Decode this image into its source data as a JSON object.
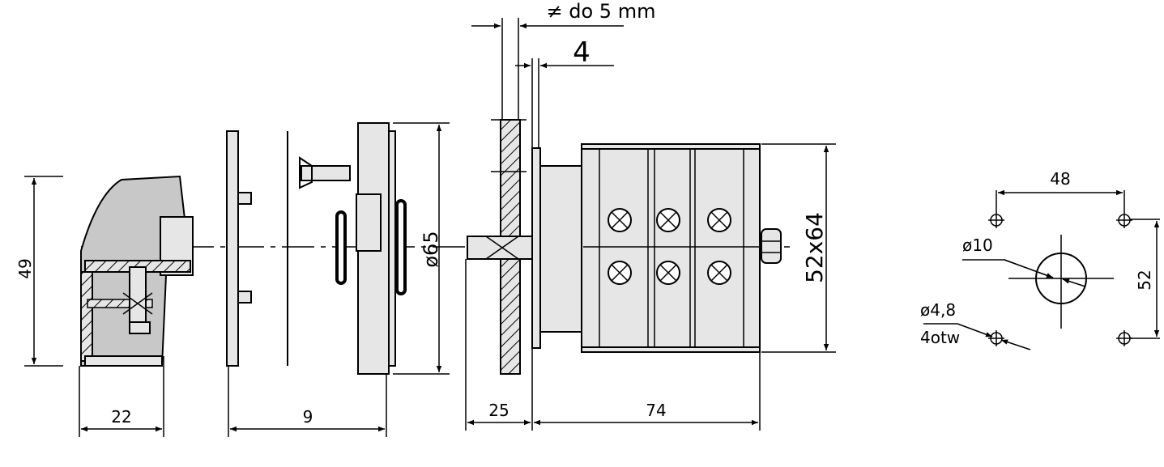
{
  "drawing": {
    "panel_thickness_label": "≠ do 5 mm",
    "flange_thickness_label": "4",
    "knob_height_label": "49",
    "knob_depth_label": "22",
    "plate_offset_label": "9",
    "front_diameter_label": "ø65",
    "shaft_length_label": "25",
    "body_length_label": "74",
    "body_size_label": "52x64",
    "cutout": {
      "hole_spacing_h_label": "48",
      "hole_spacing_v_label": "52",
      "center_hole_label": "ø10",
      "mount_hole_label": "ø4,8",
      "mount_hole_count_label": "4otw"
    }
  }
}
